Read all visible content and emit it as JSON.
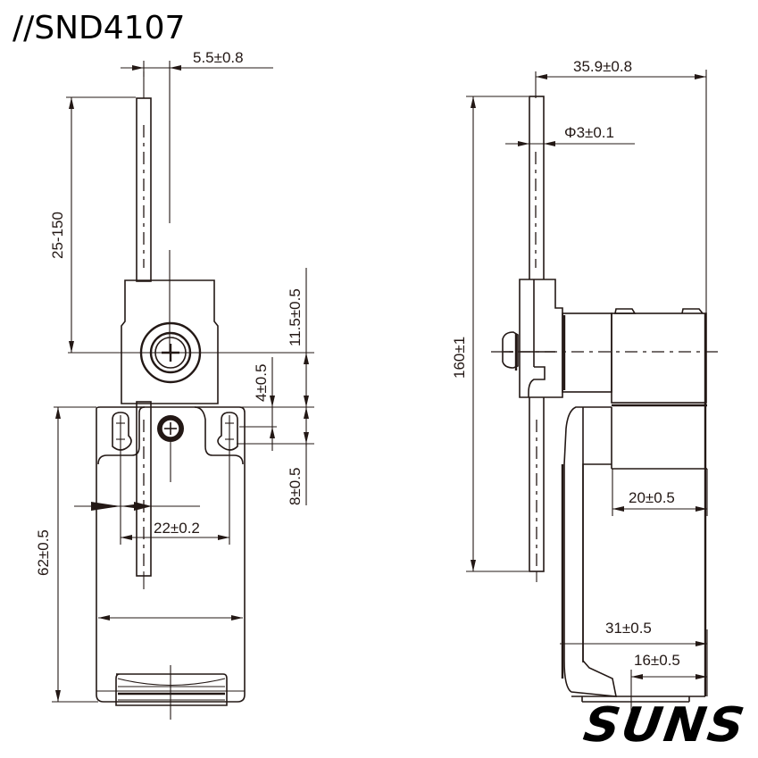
{
  "title": "//SND4107",
  "brand": "SUNS",
  "colors": {
    "line": "#231815",
    "background": "#ffffff"
  },
  "front_view": {
    "dimensions": {
      "rod_width": "5.5±0.8",
      "rod_length": "25-150",
      "roller_offset": "11.5±0.5",
      "hole_offset_top": "4±0.5",
      "hole_offset": "8±0.5",
      "hole_spacing": "22±0.2",
      "body_height": "62±0.5"
    }
  },
  "side_view": {
    "dimensions": {
      "overall_depth": "35.9±0.8",
      "rod_diameter": "Φ3±0.1",
      "overall_height": "160±1",
      "head_depth": "20±0.5",
      "body_depth": "31±0.5",
      "base_depth": "16±0.5"
    }
  }
}
